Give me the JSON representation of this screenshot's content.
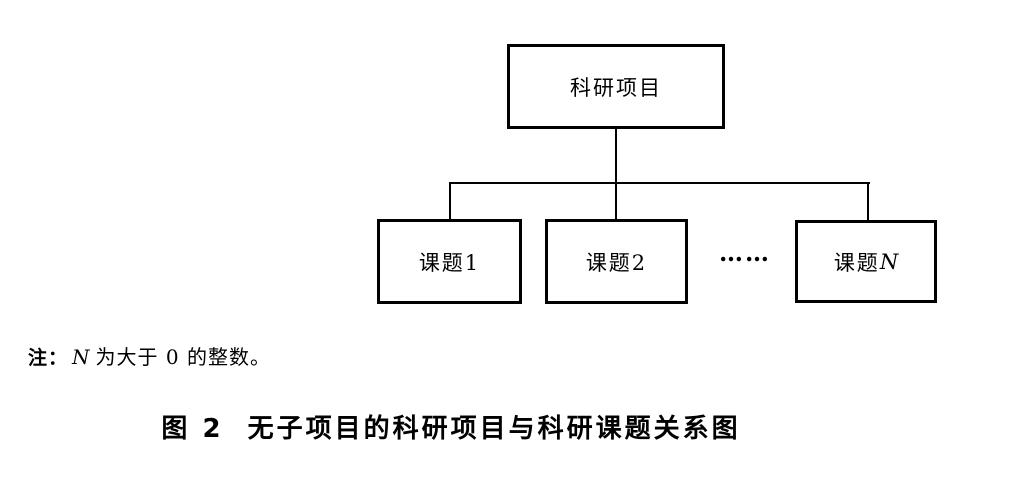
{
  "figure": {
    "root": {
      "label": "科研项目"
    },
    "children": [
      {
        "label": "课题1"
      },
      {
        "label": "课题2"
      },
      {
        "label_prefix": "课题",
        "label_var": "N"
      }
    ],
    "ellipsis": "……",
    "note": {
      "prefix": "注：",
      "var": "N",
      "rest": "为大于 0 的整数。"
    },
    "caption": {
      "fig_label": "图 2",
      "title": "无子项目的科研项目与科研课题关系图"
    }
  }
}
